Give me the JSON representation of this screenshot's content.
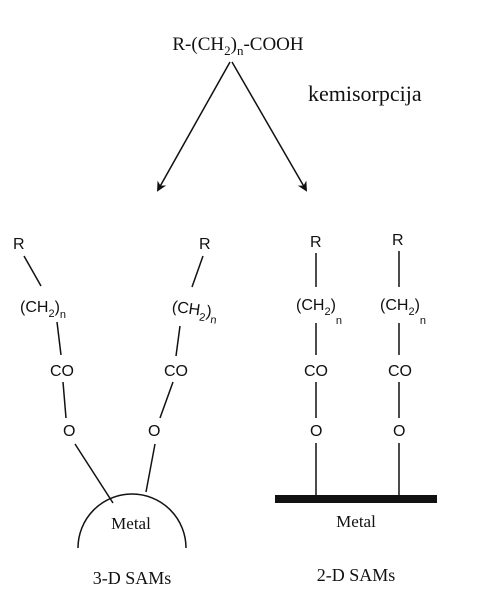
{
  "reactant": {
    "prefix": "R-(CH",
    "sub2": "2",
    "close": ")",
    "subn": "n",
    "suffix": "-COOH"
  },
  "process_label": "kemisorpcija",
  "chain": {
    "r": "R",
    "ch2_open": "(CH",
    "ch2_sub2": "2",
    "ch2_close": ")",
    "ch2_subn": "n",
    "co": "CO",
    "o": "O"
  },
  "substrate_label": "Metal",
  "left_caption": "3-D SAMs",
  "right_caption": "2-D SAMs",
  "colors": {
    "ink": "#111111",
    "background": "#ffffff"
  }
}
